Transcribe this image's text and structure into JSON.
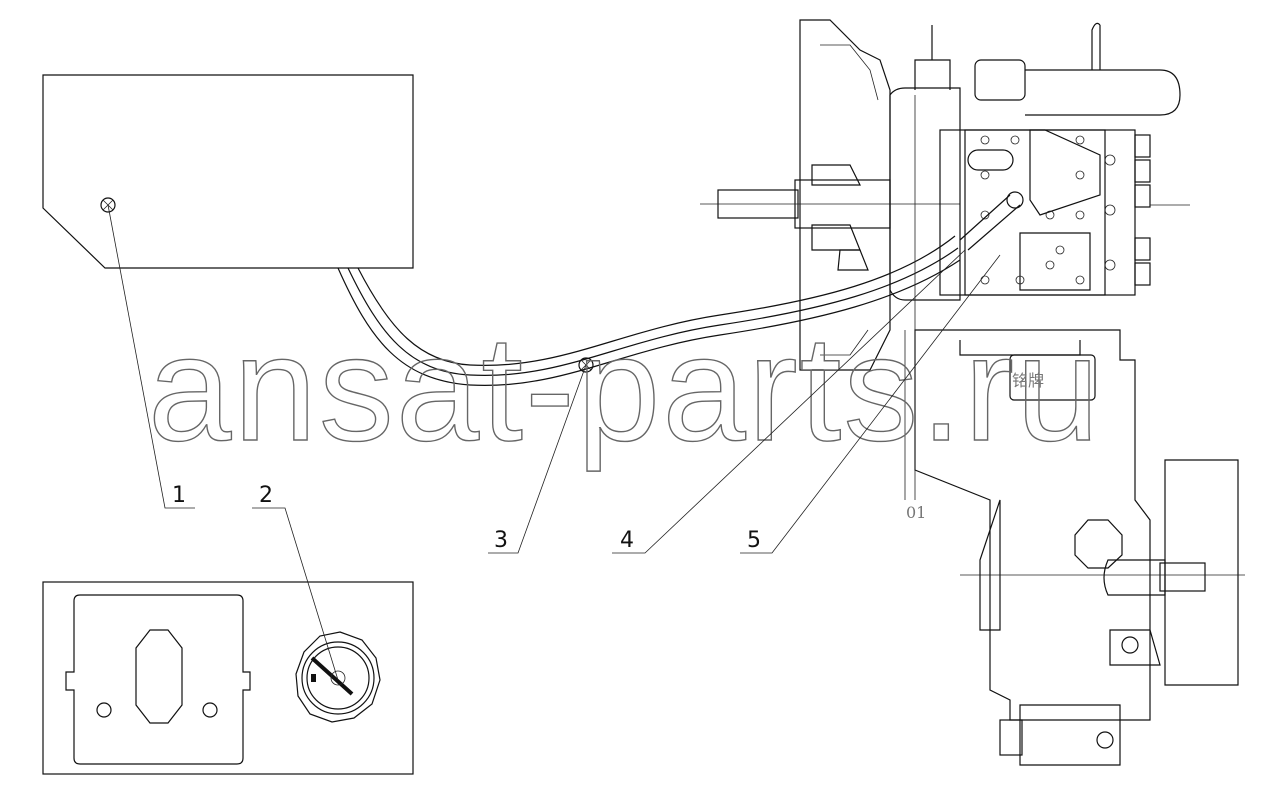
{
  "callouts": [
    {
      "number": "1"
    },
    {
      "number": "2"
    },
    {
      "number": "3"
    },
    {
      "number": "4"
    },
    {
      "number": "5"
    }
  ],
  "nameplate_text": "铭牌",
  "marker_label": "01",
  "watermark": "ansat-parts.ru"
}
